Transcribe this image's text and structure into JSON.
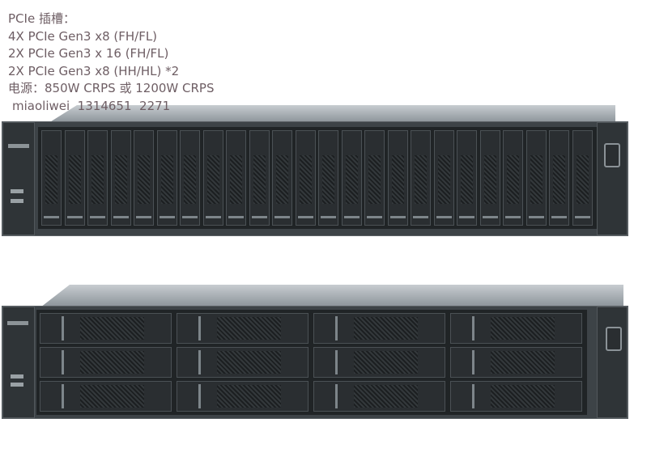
{
  "specs": {
    "lines": [
      "PCIe 插槽：",
      "4X PCIe Gen3 x8 (FH/FL)",
      "2X PCIe Gen3 x 16 (FH/FL)",
      "2X PCIe Gen3 x8 (HH/HL) *2",
      "电源：850W CRPS 或 1200W CRPS"
    ]
  },
  "watermark": "miaoliwei  1314651  2271",
  "colors": {
    "text": "#6e5e64",
    "chassis": "#3d4347"
  }
}
